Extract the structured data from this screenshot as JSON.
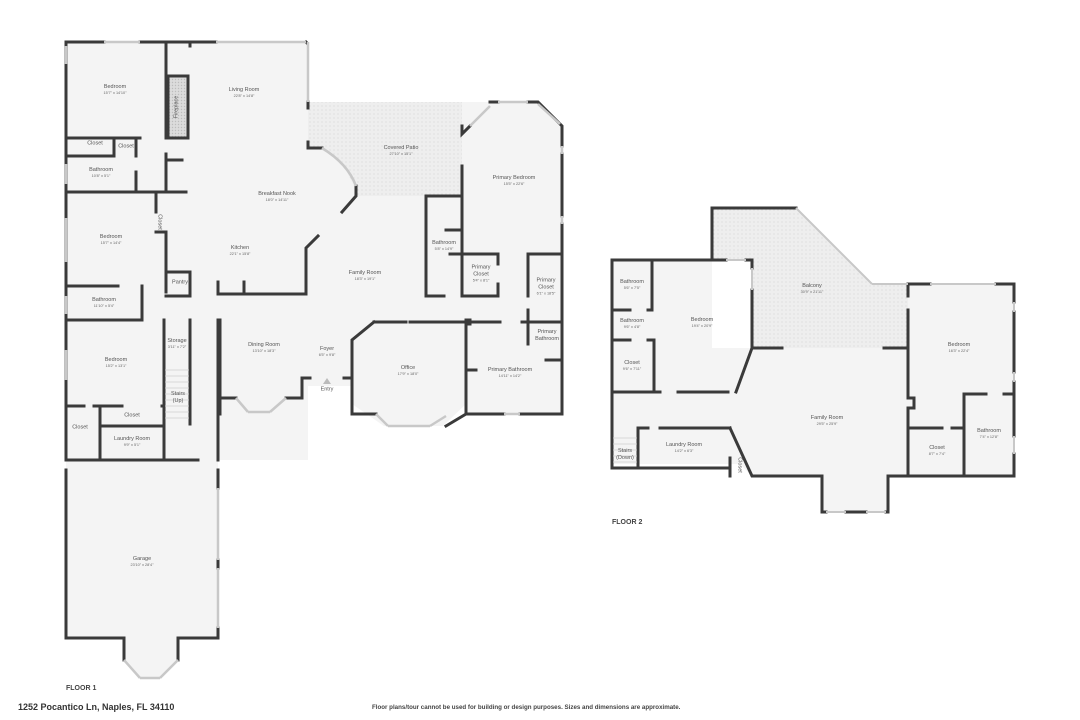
{
  "footer": {
    "address": "1252 Pocantico Ln, Naples, FL 34110",
    "disclaimer": "Floor plans/tour cannot be used for building or design purposes. Sizes and dimensions are approximate."
  },
  "floor1": {
    "label": "FLOOR 1",
    "rooms": [
      {
        "name": "Bedroom",
        "dim": "15'7\" x 14'10\""
      },
      {
        "name": "Living Room",
        "dim": "22'8\" x 14'8\""
      },
      {
        "name": "Fireplace",
        "dim": ""
      },
      {
        "name": "Closet",
        "dim": ""
      },
      {
        "name": "Closet",
        "dim": ""
      },
      {
        "name": "Bathroom",
        "dim": "10'8\" x 5'1\""
      },
      {
        "name": "Covered Patio",
        "dim": "27'10\" x 15'1\""
      },
      {
        "name": "Primary Bedroom",
        "dim": "15'5\" x 22'6\""
      },
      {
        "name": "Breakfast Nook",
        "dim": "18'0\" x 14'11\""
      },
      {
        "name": "Bedroom",
        "dim": "15'7\" x 14'4\""
      },
      {
        "name": "Closet",
        "dim": ""
      },
      {
        "name": "Kitchen",
        "dim": "22'1\" x 15'8\""
      },
      {
        "name": "Pantry",
        "dim": ""
      },
      {
        "name": "Family Room",
        "dim": "18'3\" x 19'1\""
      },
      {
        "name": "Bathroom",
        "dim": "5'8\" x 14'9\""
      },
      {
        "name": "Primary Closet",
        "dim": "5'4\" x 8'1\""
      },
      {
        "name": "Primary Closet",
        "dim": "6'1\" x 18'5\""
      },
      {
        "name": "Bathroom",
        "dim": "11'10\" x 5'4\""
      },
      {
        "name": "Primary Bathroom",
        "dim": ""
      },
      {
        "name": "Bedroom",
        "dim": "15'2\" x 13'1\""
      },
      {
        "name": "Storage",
        "dim": "3'11\" x 7'2\""
      },
      {
        "name": "Dining Room",
        "dim": "13'10\" x 18'3\""
      },
      {
        "name": "Foyer",
        "dim": "6'5\" x 9'8\""
      },
      {
        "name": "Office",
        "dim": "17'9\" x 18'0\""
      },
      {
        "name": "Primary Bathroom",
        "dim": "14'11\" x 14'2\""
      },
      {
        "name": "Stairs (Up)",
        "dim": ""
      },
      {
        "name": "Entry",
        "dim": ""
      },
      {
        "name": "Closet",
        "dim": ""
      },
      {
        "name": "Closet",
        "dim": ""
      },
      {
        "name": "Laundry Room",
        "dim": "9'9\" x 5'1\""
      },
      {
        "name": "Garage",
        "dim": "23'10\" x 28'4\""
      }
    ]
  },
  "floor2": {
    "label": "FLOOR 2",
    "rooms": [
      {
        "name": "Bathroom",
        "dim": "5'6\" x 7'5\""
      },
      {
        "name": "Bathroom",
        "dim": "9'6\" x 4'8\""
      },
      {
        "name": "Bedroom",
        "dim": "19'4\" x 20'9\""
      },
      {
        "name": "Closet",
        "dim": "9'6\" x 7'11\""
      },
      {
        "name": "Balcony",
        "dim": "30'9\" x 21'11\""
      },
      {
        "name": "Bedroom",
        "dim": "16'3\" x 22'4\""
      },
      {
        "name": "Family Room",
        "dim": "29'5\" x 25'9\""
      },
      {
        "name": "Laundry Room",
        "dim": "14'2\" x 6'3\""
      },
      {
        "name": "Stairs (Down)",
        "dim": ""
      },
      {
        "name": "Closet",
        "dim": ""
      },
      {
        "name": "Closet",
        "dim": "8'7\" x 7'4\""
      },
      {
        "name": "Bathroom",
        "dim": "7'4\" x 12'8\""
      }
    ]
  },
  "colors": {
    "wall": "#3a3a3a",
    "floor_fill": "#f4f4f4",
    "patio_fill": "#ececec",
    "window": "#c8c8c8"
  }
}
